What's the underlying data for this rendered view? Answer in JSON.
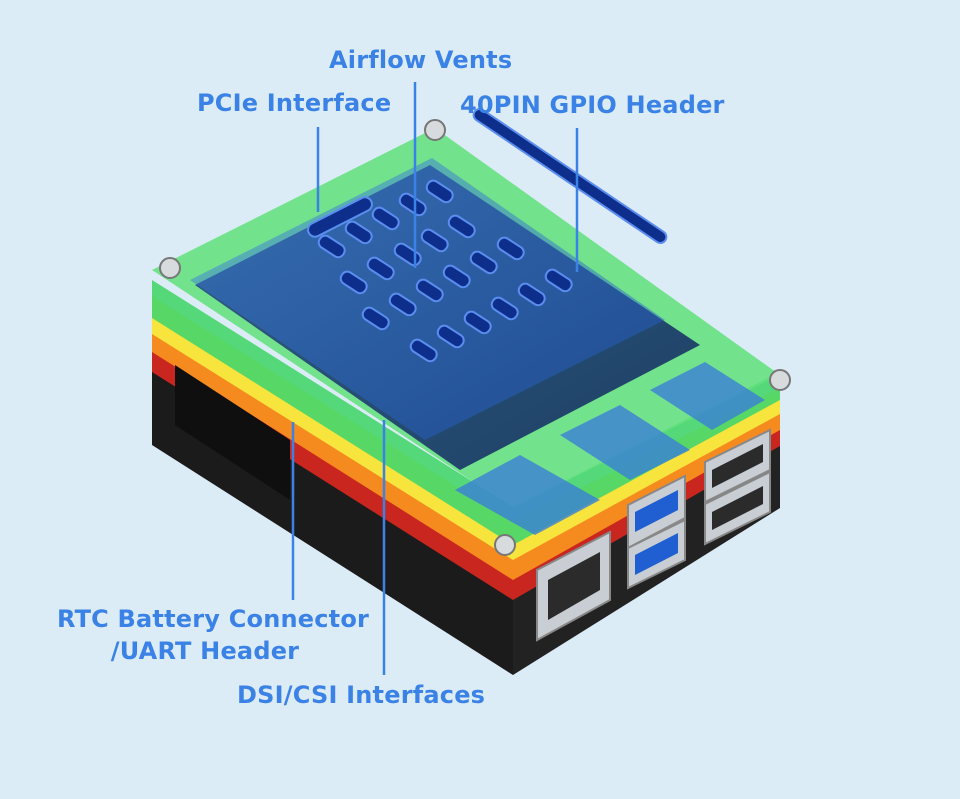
{
  "colors": {
    "background": "#dcecf7",
    "label_text": "#3b82e6",
    "leader_line": "#3b82e6",
    "case_layers": [
      "#6ee06a",
      "#f7e43c",
      "#f58a1f",
      "#e8302b",
      "#1b1b1b"
    ]
  },
  "labels": {
    "airflow_vents": "Airflow Vents",
    "pcie_interface": "PCIe Interface",
    "gpio_header": "40PIN GPIO Header",
    "rtc_battery_line1": "RTC Battery Connector",
    "rtc_battery_line2": "/UART Header",
    "dsi_csi": "DSI/CSI Interfaces"
  },
  "image": {
    "subject": "stacked rainbow acrylic case with transparent blue top cover on a single-board computer",
    "icons": [
      "screw-icon",
      "ethernet-port-icon",
      "usb-port-icon"
    ]
  }
}
